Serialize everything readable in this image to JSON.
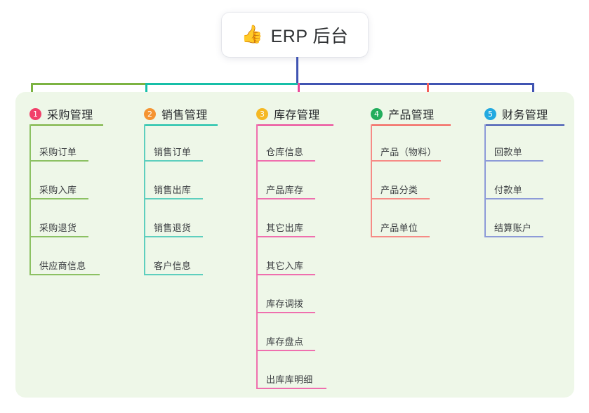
{
  "page": {
    "background": "#ffffff",
    "panel_color": "#eef7e8"
  },
  "root": {
    "icon": "thumbs-up-icon",
    "icon_glyph": "👍",
    "title": "ERP 后台"
  },
  "connector": {
    "stem_color": "#4054b2",
    "bar_segments": [
      {
        "color": "#7cb342"
      },
      {
        "color": "#16bfa8"
      },
      {
        "color": "#4054b2"
      }
    ]
  },
  "columns": [
    {
      "number": "1",
      "label": "采购管理",
      "badge_color": "#f1406a",
      "rule_color": "#7cb342",
      "line_color": "#8cc163",
      "stub_color": "#7cb342",
      "items": [
        "采购订单",
        "采购入库",
        "采购退货",
        "供应商信息"
      ]
    },
    {
      "number": "2",
      "label": "销售管理",
      "badge_color": "#f59432",
      "rule_color": "#16bfa8",
      "line_color": "#5ecfbe",
      "stub_color": "#16bfa8",
      "items": [
        "销售订单",
        "销售出库",
        "销售退货",
        "客户信息"
      ]
    },
    {
      "number": "3",
      "label": "库存管理",
      "badge_color": "#f5b823",
      "rule_color": "#ec4899",
      "line_color": "#ef6fae",
      "stub_color": "#ec4899",
      "items": [
        "仓库信息",
        "产品库存",
        "其它出库",
        "其它入库",
        "库存调拨",
        "库存盘点",
        "出库库明细"
      ]
    },
    {
      "number": "4",
      "label": "产品管理",
      "badge_color": "#22ad5c",
      "rule_color": "#f4605a",
      "line_color": "#f68b86",
      "stub_color": "#f4605a",
      "items": [
        "产品（物料）",
        "产品分类",
        "产品单位"
      ]
    },
    {
      "number": "5",
      "label": "财务管理",
      "badge_color": "#22a9e0",
      "rule_color": "#4054b2",
      "line_color": "#8d9bd8",
      "stub_color": "#4054b2",
      "items": [
        "回款单",
        "付款单",
        "结算账户"
      ]
    }
  ]
}
